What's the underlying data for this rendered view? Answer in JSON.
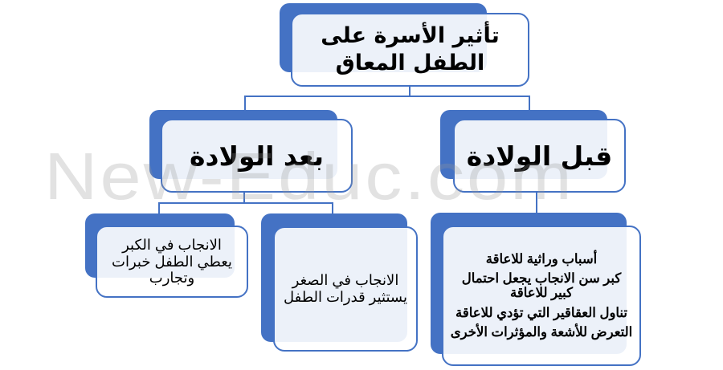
{
  "root": {
    "title": "تأثير الأسرة على الطفل المعاق"
  },
  "branches": {
    "after_birth": {
      "label": "بعد الولادة",
      "children": [
        "الانجاب في الكبر يعطي الطفل خبرات وتجارب",
        "الانجاب في الصغر يستثير قدرات الطفل"
      ]
    },
    "before_birth": {
      "label": "قبل الولادة",
      "items": [
        "أسباب وراثية للاعاقة",
        "كبر سن الانجاب يجعل احتمال كبير للاعاقة",
        "تناول العقاقير التي تؤدي للاعاقة",
        "التعرض للأشعة والمؤثرات الأخرى"
      ]
    }
  },
  "watermark": "New-Educ.com",
  "colors": {
    "accent": "#4472c4"
  }
}
